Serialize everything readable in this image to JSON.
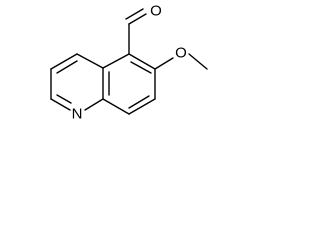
{
  "molecule": {
    "atoms": {
      "aldehyde_oxygen": "O",
      "ether_oxygen": "O",
      "ring_nitrogen": "N"
    }
  }
}
